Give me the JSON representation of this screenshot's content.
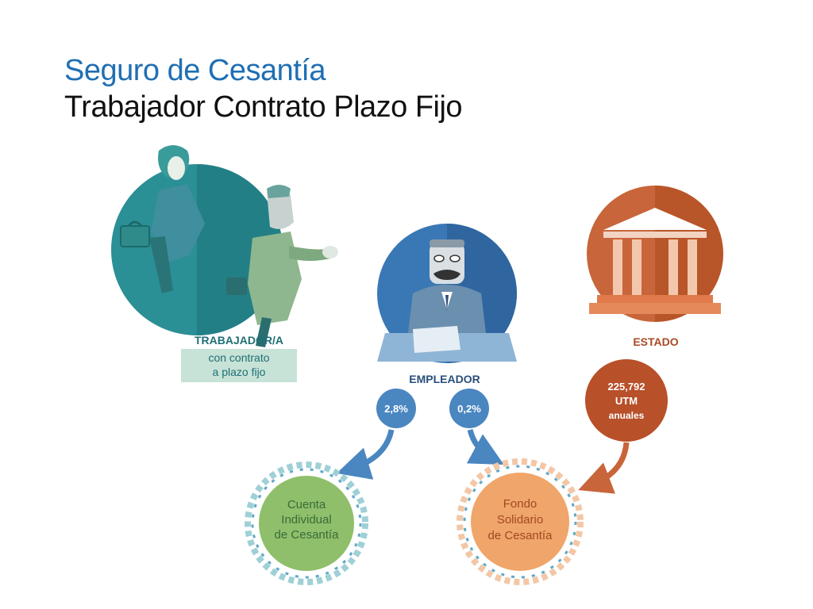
{
  "slide": {
    "title": "Seguro de Cesantía",
    "subtitle": "Trabajador Contrato Plazo Fijo"
  },
  "diagram": {
    "worker": {
      "label": "TRABAJADOR/A",
      "desc_line1": "con contrato",
      "desc_line2": "a plazo fijo"
    },
    "employer": {
      "label": "EMPLEADOR"
    },
    "state": {
      "label": "ESTADO",
      "amount": "225,792",
      "unit": "UTM",
      "period": "anuales"
    },
    "contributions": {
      "worker_rate": "2,8%",
      "employer_rate": "0,2%"
    },
    "funds": {
      "individual": {
        "line1": "Cuenta",
        "line2": "Individual",
        "line3": "de Cesantía"
      },
      "solidarity": {
        "line1": "Fondo",
        "line2": "Solidario",
        "line3": "de Cesantía"
      }
    },
    "colors": {
      "teal": "#2b8f96",
      "blue": "#3a78b5",
      "orange": "#c8653a",
      "green": "#8fbf6a",
      "peach": "#f0a56a",
      "badge_blue": "#4a86c0",
      "badge_orange": "#b8502a"
    }
  }
}
